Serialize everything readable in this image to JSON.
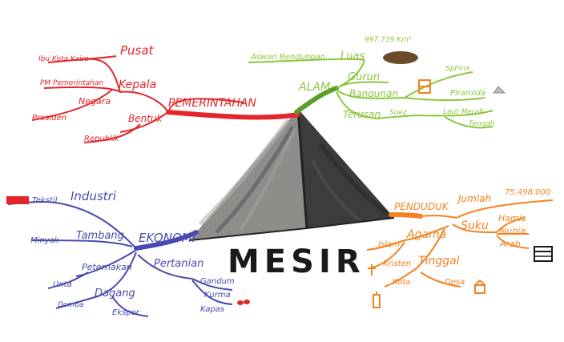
{
  "center": {
    "label": "MESIR"
  },
  "colors": {
    "pemerintahan": "#e3262a",
    "alam": "#8cc63f",
    "ekonomi": "#4a49b0",
    "penduduk": "#f58220",
    "pyramid_dark": "#3a3a3a",
    "pyramid_mid": "#6b6a68",
    "pyramid_light": "#9a9894"
  },
  "branches": {
    "pemerintahan": {
      "label": "PEMERINTAHAN",
      "pusat": "Pusat",
      "ibu_kota": "Ibu Kota Kairo",
      "kepala": "Kepala",
      "pm": "PM Pemerintahan",
      "negara": "Negara",
      "presiden": "Presiden",
      "bentuk": "Bentuk",
      "republik": "Republik"
    },
    "alam": {
      "label": "ALAM",
      "luas": "Luas",
      "luas_value": "997.739 Km²",
      "aswan": "Aswan Bendungan",
      "gurun": "Gurun",
      "bangunan": "Bangunan",
      "sphinx": "Sphinx",
      "piramida": "Piramida",
      "terusan": "Terusan",
      "suez": "Suez",
      "laut_merah": "Laut Merah",
      "tengah": "Tengah"
    },
    "ekonomi": {
      "label": "EKONOMI",
      "industri": "Industri",
      "tekstil": "Tekstil",
      "tambang": "Tambang",
      "minyak": "Minyak",
      "peternakan": "Peternakan",
      "unta": "Unta",
      "dagang": "Dagang",
      "domba": "Domba",
      "ekspor": "Ekspor",
      "pertanian": "Pertanian",
      "gandum": "Gandum",
      "kurma": "Kurma",
      "kapas": "Kapas"
    },
    "penduduk": {
      "label": "PENDUDUK",
      "jumlah": "Jumlah",
      "jumlah_value": "75.498.000",
      "suku": "Suku",
      "hamis": "Hamis",
      "nubia": "Nubia",
      "arab": "Arab",
      "agama": "Agama",
      "islam": "Islam",
      "kristen": "Kristen",
      "tinggal": "Tinggal",
      "kota": "Kota",
      "desa": "Desa"
    }
  }
}
